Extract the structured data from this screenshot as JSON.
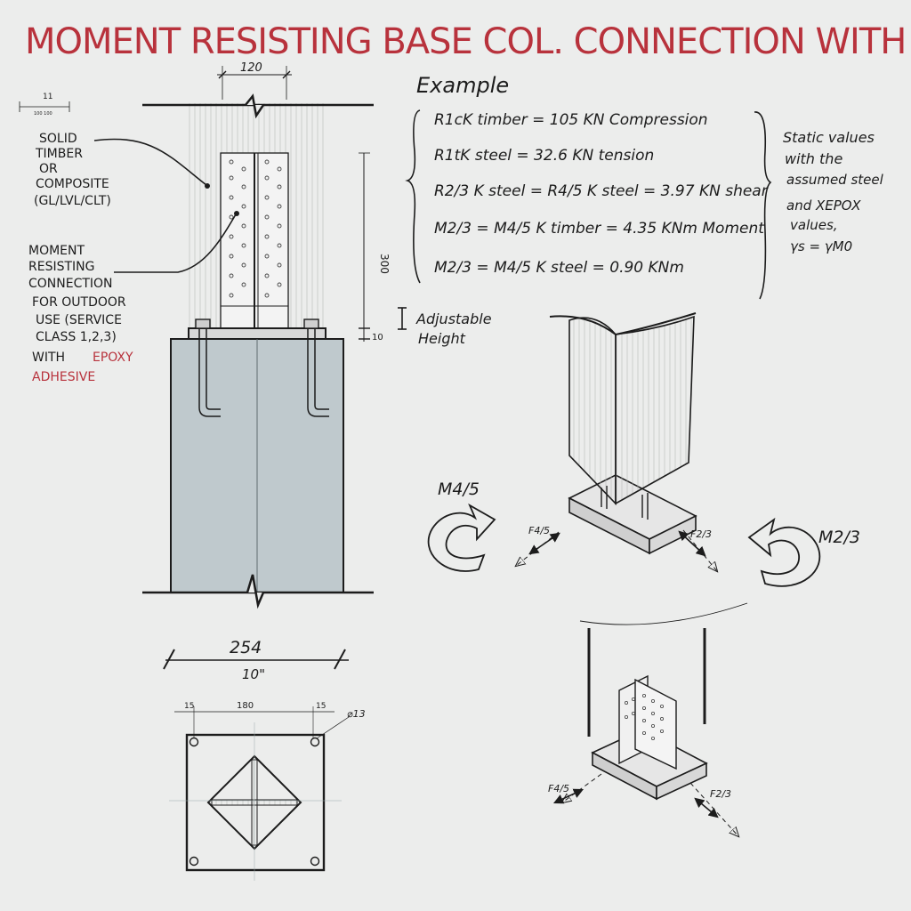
{
  "title": "MOMENT RESISTING BASE COL. CONNECTION WITH EPOXY RESIN",
  "example": {
    "heading": "Example",
    "lines": [
      "R1cK timber = 105 KN    Compression",
      "R1tK steel = 32.6 KN    tension",
      "R2/3 K steel = R4/5 K steel = 3.97 KN   shear",
      "M2/3 = M4/5 K timber = 4.35 KNm  Moment",
      "M2/3 = M4/5 K steel = 0.90 KNm"
    ],
    "side_note": [
      "Static values",
      "with the",
      "assumed steel",
      "and XEPOX",
      "values,",
      "γs = γM0"
    ]
  },
  "labels": {
    "timber": [
      "SOLID",
      "TIMBER",
      "OR",
      "COMPOSITE",
      "(GL/LVL/CLT)"
    ],
    "connection": [
      "MOMENT",
      "RESISTING",
      "CONNECTION",
      "FOR OUTDOOR",
      "USE (SERVICE",
      "CLASS 1,2,3)"
    ],
    "with_word": "WITH",
    "epoxy_word": "EPOXY",
    "adhesive_word": "ADHESIVE",
    "adjustable": [
      "Adjustable",
      "Height"
    ]
  },
  "dimensions": {
    "top_width": "120",
    "height": "300",
    "gap": "10",
    "base_width_mm": "254",
    "base_width_in": "10\"",
    "plan_left": "15",
    "plan_mid": "180",
    "plan_right": "15",
    "bolt_dia": "⌀13",
    "tiny_top": "11",
    "tiny_bottom": "100 100"
  },
  "forces": {
    "m45": "M4/5",
    "m23": "M2/3",
    "f45": "F4/5",
    "f23": "F2/3"
  },
  "colors": {
    "accent": "#b8323c",
    "ink": "#1c1c1c",
    "concrete": "#bfc9cd",
    "paper": "#ecedec"
  }
}
